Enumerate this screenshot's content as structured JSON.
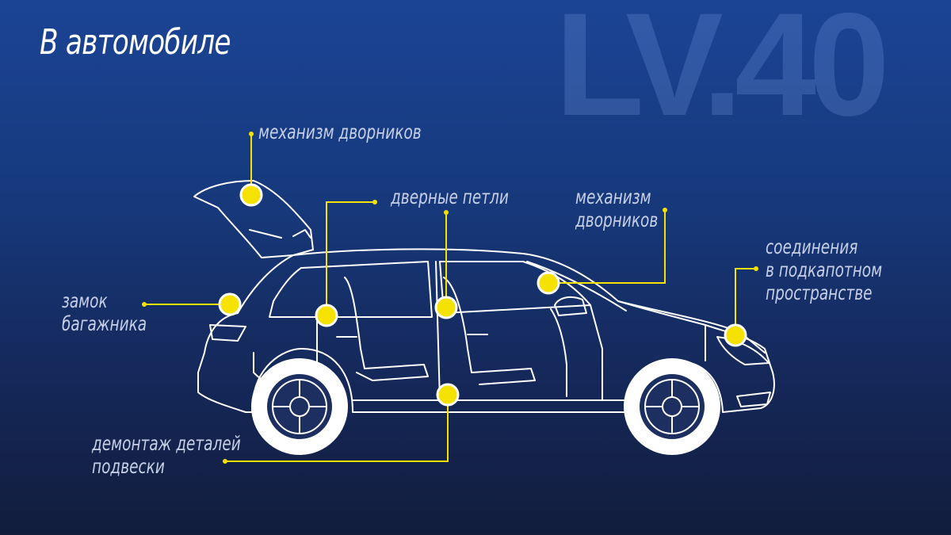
{
  "title": "В автомобиле",
  "logo": "LV.40",
  "accent_color": "#f5e200",
  "outline_color": "#ffffff",
  "callouts": [
    {
      "id": "wiper-top",
      "text": "механизм дворников"
    },
    {
      "id": "door-hinges",
      "text": "дверные петли"
    },
    {
      "id": "wiper-front",
      "text": "механизм\nдворников"
    },
    {
      "id": "engine",
      "text": "соединения\nв подкапотном\nпространстве"
    },
    {
      "id": "trunk-lock",
      "text": "замок\nбагажника"
    },
    {
      "id": "suspension",
      "text": "демонтаж деталей\nподвески"
    }
  ]
}
